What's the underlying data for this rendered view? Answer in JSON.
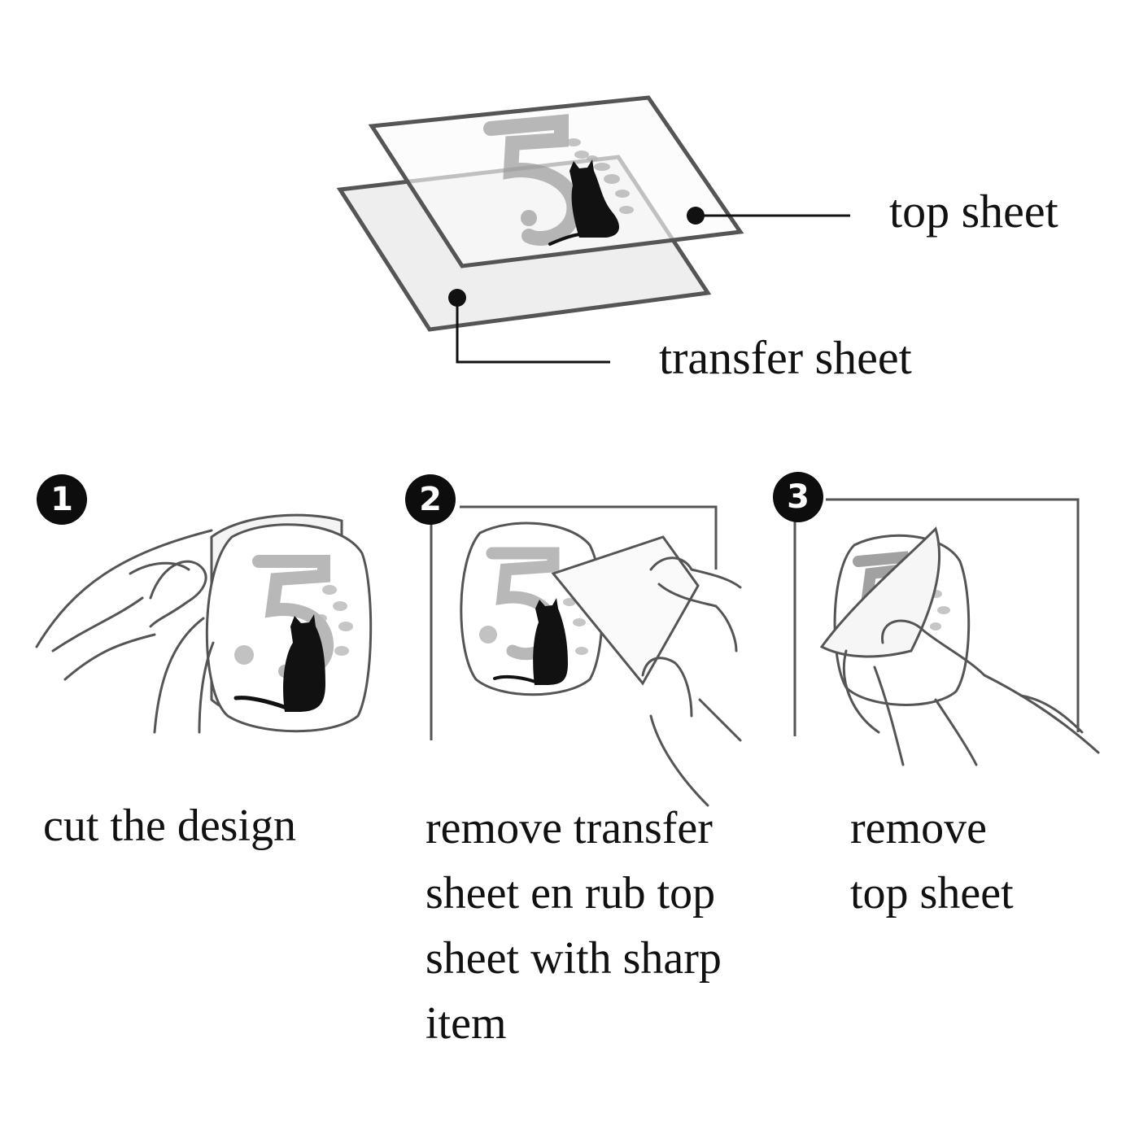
{
  "diagram": {
    "labels": {
      "top_sheet": "top sheet",
      "transfer_sheet": "transfer sheet"
    },
    "steps": [
      {
        "number": "1",
        "lines": [
          "cut the design"
        ]
      },
      {
        "number": "2",
        "lines": [
          "remove transfer",
          "sheet en rub top",
          "sheet with sharp",
          "item"
        ]
      },
      {
        "number": "3",
        "lines": [
          "remove",
          "top sheet"
        ]
      }
    ],
    "art_number": "5",
    "colors": {
      "ink": "#111111",
      "line": "#555555",
      "sheet": "#f1f1f1",
      "numeral": "#8c8c8c",
      "badge": "#0d0d0d"
    }
  }
}
